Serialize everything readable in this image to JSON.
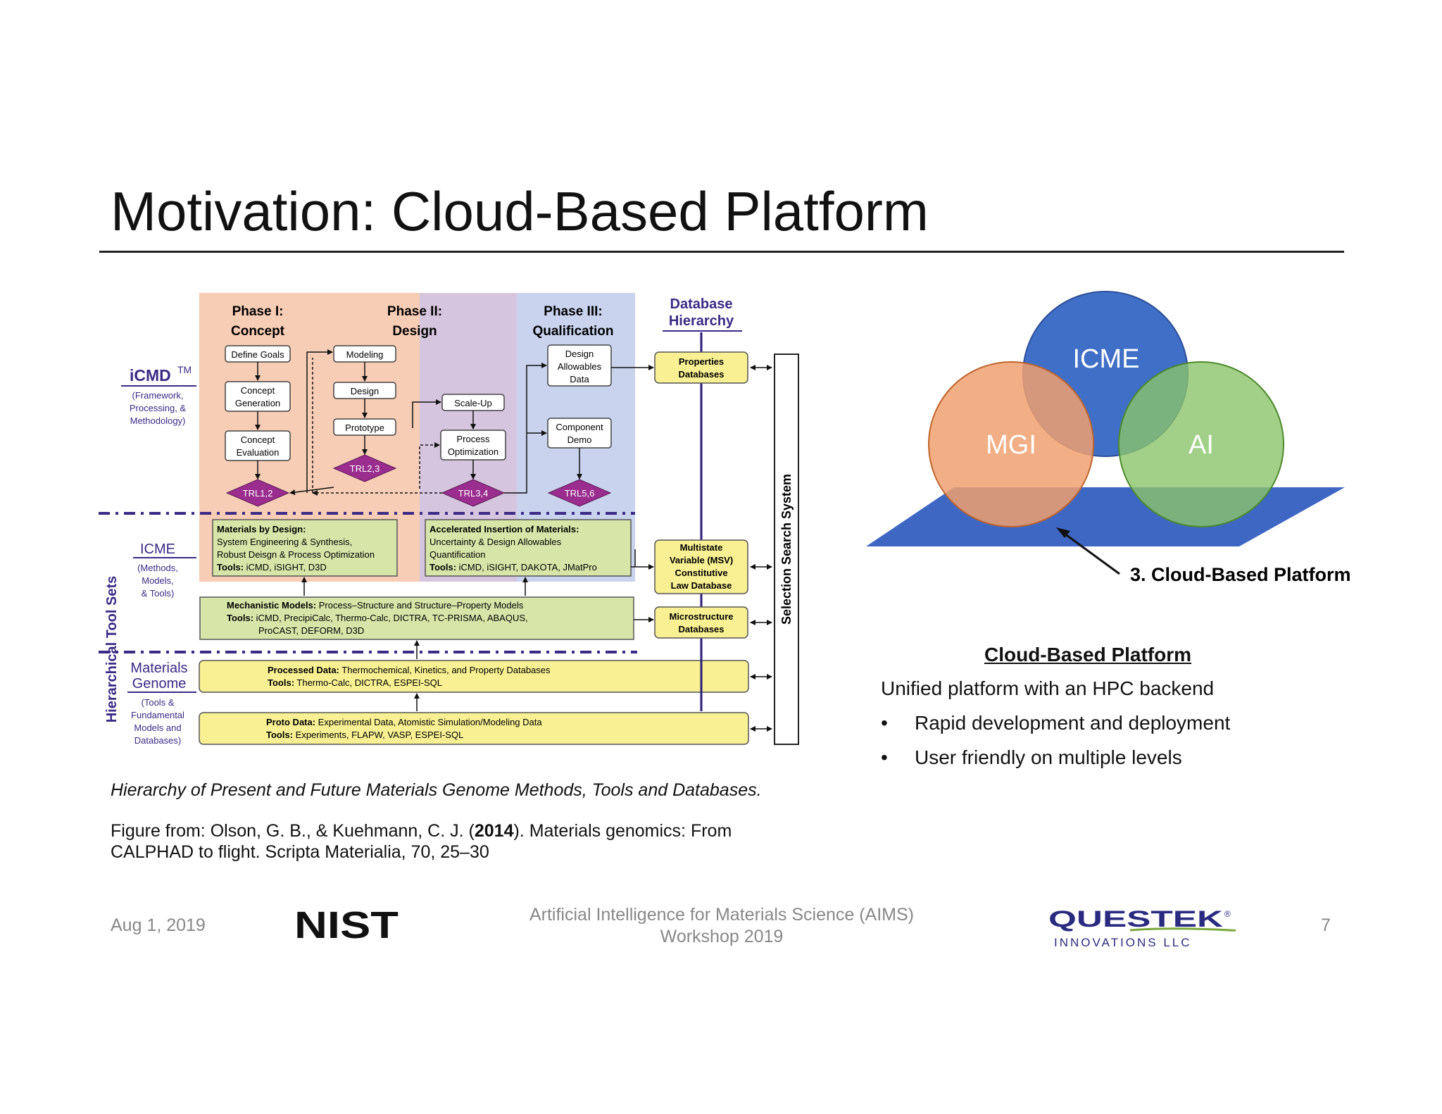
{
  "slide": {
    "title": "Motivation: Cloud-Based Platform",
    "caption": "Hierarchy of Present and Future Materials Genome Methods, Tools and Databases.",
    "citation_line1_pre": "Figure from: Olson, G. B., & Kuehmann, C. J. (",
    "citation_year": "2014",
    "citation_line1_post": "). Materials genomics: From",
    "citation_line2": "CALPHAD to flight. Scripta Materialia, 70, 25–30"
  },
  "hierarchy": {
    "phase1_l1": "Phase I:",
    "phase1_l2": "Concept",
    "phase2_l1": "Phase II:",
    "phase2_l2": "Design",
    "phase3_l1": "Phase III:",
    "phase3_l2": "Qualification",
    "db_hier_l1": "Database",
    "db_hier_l2": "Hierarchy",
    "icmd": "iCMD",
    "icmd_tm": "TM",
    "icmd_sub1": "(Framework,",
    "icmd_sub2": "Processing, &",
    "icmd_sub3": "Methodology)",
    "icme": "ICME",
    "icme_sub1": "(Methods,",
    "icme_sub2": "Models,",
    "icme_sub3": "& Tools)",
    "mg_l1": "Materials",
    "mg_l2": "Genome",
    "mg_sub1": "(Tools &",
    "mg_sub2": "Fundamental",
    "mg_sub3": "Models and",
    "mg_sub4": "Databases)",
    "hier_tool_sets": "Hierarchical Tool Sets",
    "define_goals": "Define Goals",
    "concept_gen_l1": "Concept",
    "concept_gen_l2": "Generation",
    "concept_eval_l1": "Concept",
    "concept_eval_l2": "Evaluation",
    "modeling": "Modeling",
    "design": "Design",
    "prototype": "Prototype",
    "scale_up": "Scale-Up",
    "process_opt_l1": "Process",
    "process_opt_l2": "Optimization",
    "design_allow_l1": "Design",
    "design_allow_l2": "Allowables",
    "design_allow_l3": "Data",
    "comp_demo_l1": "Component",
    "comp_demo_l2": "Demo",
    "trl12": "TRL1,2",
    "trl23": "TRL2,3",
    "trl34": "TRL3,4",
    "trl56": "TRL5,6",
    "mbd_l1": "Materials by Design:",
    "mbd_l2": "System Engineering & Synthesis,",
    "mbd_l3": "Robust Deisgn & Process Optimization",
    "mbd_tools_label": "Tools:",
    "mbd_tools": " iCMD, iSIGHT, D3D",
    "aim_l1": "Accelerated Insertion of Materials:",
    "aim_l2": "Uncertainty & Design Allowables",
    "aim_l3": "Quantification",
    "aim_tools_label": "Tools:",
    "aim_tools": " iCMD, iSIGHT, DAKOTA, JMatPro",
    "mech_label": "Mechanistic Models:",
    "mech_text": " Process–Structure and Structure–Property Models",
    "mech_tools_label": "Tools:",
    "mech_tools": " iCMD, PrecipiCalc, Thermo-Calc, DICTRA, TC-PRISMA, ABAQUS,",
    "mech_tools2": "ProCAST, DEFORM, D3D",
    "proc_label": "Processed Data:",
    "proc_text": " Thermochemical, Kinetics, and Property Databases",
    "proc_tools_label": "Tools:",
    "proc_tools": " Thermo-Calc, DICTRA, ESPEI-SQL",
    "proto_label": "Proto Data:",
    "proto_text": " Experimental Data, Atomistic Simulation/Modeling Data",
    "proto_tools_label": "Tools:",
    "proto_tools": " Experiments, FLAPW, VASP, ESPEI-SQL",
    "prop_db_l1": "Properties",
    "prop_db_l2": "Databases",
    "msv_l1": "Multistate",
    "msv_l2": "Variable (MSV)",
    "msv_l3": "Constitutive",
    "msv_l4": "Law Database",
    "micro_l1": "Microstructure",
    "micro_l2": "Databases",
    "selection_search": "Selection Search System"
  },
  "venn": {
    "icme": "ICME",
    "mgi": "MGI",
    "ai": "AI",
    "platform_label": "3. Cloud-Based Platform",
    "colors": {
      "icme": "#3F6FC6",
      "mgi": "#F0A070",
      "ai": "#8BC46C",
      "platform": "#3E67C4"
    }
  },
  "cloud_platform": {
    "heading": "Cloud-Based Platform",
    "text": "Unified platform with an HPC backend",
    "bullet_char": "•",
    "bullets": [
      "Rapid development and deployment",
      "User friendly on multiple levels"
    ]
  },
  "footer": {
    "date": "Aug 1, 2019",
    "conference_l1": "Artificial Intelligence for Materials Science (AIMS)",
    "conference_l2": "Workshop 2019",
    "page": "7",
    "nist_logo": "NIST",
    "questek_logo": "QUESTEK",
    "questek_reg": "®",
    "questek_sub": "INNOVATIONS LLC"
  }
}
